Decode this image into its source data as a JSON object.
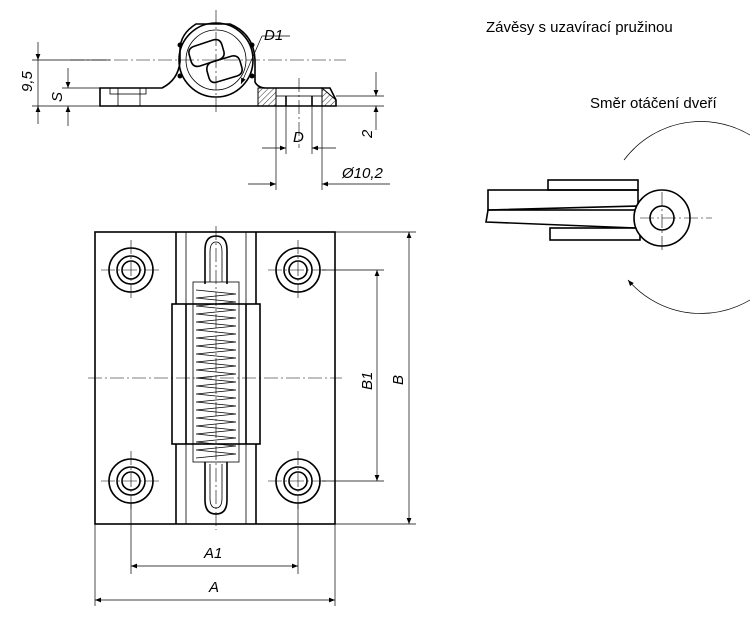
{
  "captions": {
    "title": "Závěsy s uzavírací pružinou",
    "rotation": "Směr otáčení dveří"
  },
  "dimensions": {
    "d1": "D1",
    "height": "9,5",
    "s": "S",
    "two": "2",
    "d": "D",
    "diameter": "Ø10,2",
    "b1": "B1",
    "b": "B",
    "a1": "A1",
    "a": "A"
  }
}
